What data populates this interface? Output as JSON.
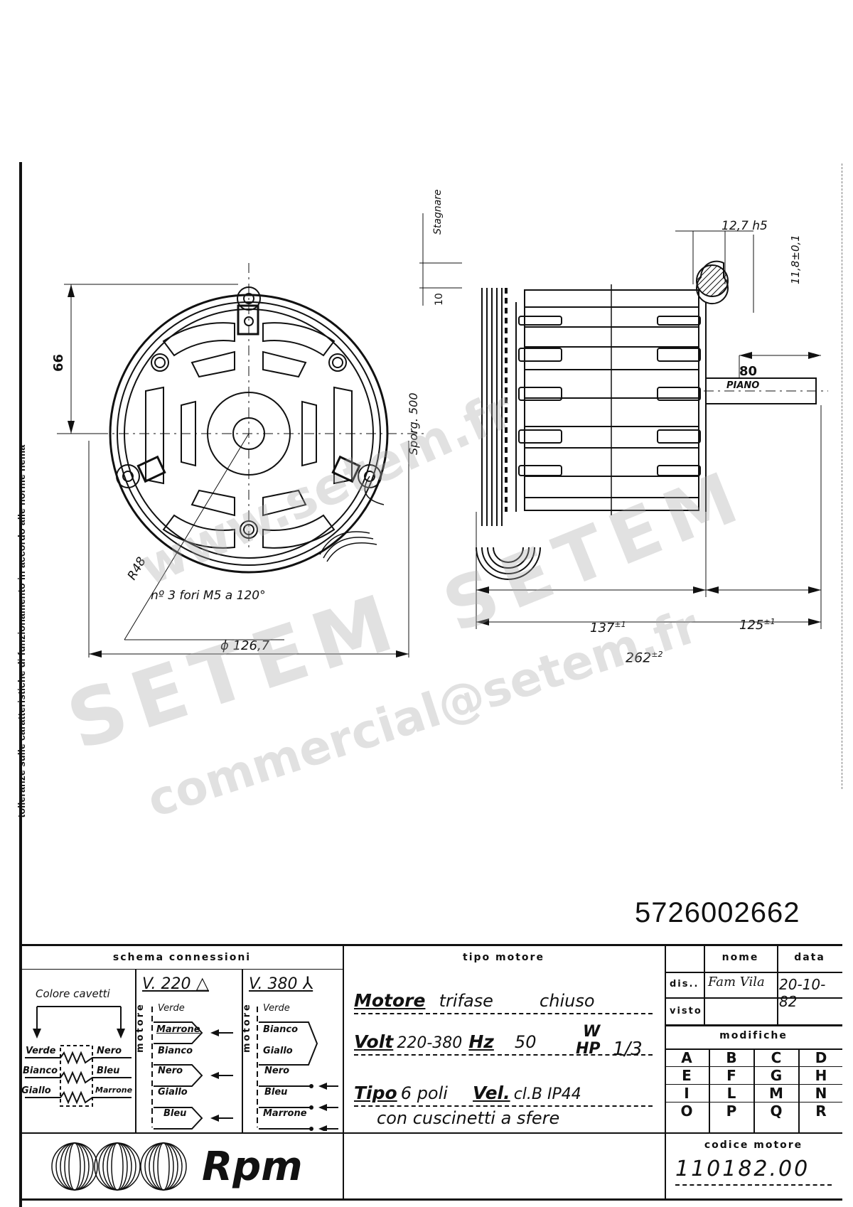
{
  "side_note": "tolleranze sulle caratteristiche di funzionamento in accordo alle norme nema",
  "drawing_number": "5726002662",
  "front_view": {
    "dim_height": "66",
    "dim_radius": "R48",
    "dim_diameter": "ϕ 126,7",
    "holes_note": "nº 3 fori M5 a 120°"
  },
  "side_view": {
    "stagnare": "Stagnare",
    "dim_10": "10",
    "sporg": "Sporg. 500",
    "shaft_dia": "12,7 h5",
    "shaft_flat": "11,8±0,1",
    "piano_dim": "80",
    "piano_label": "PIANO",
    "dim_body": "137",
    "dim_body_tol": "±1",
    "dim_shaft": "125",
    "dim_shaft_tol": "±1",
    "dim_total": "262",
    "dim_total_tol": "±2"
  },
  "watermarks": {
    "url1": "www.setem.fr",
    "brand": "SETEM",
    "brand2": "SETEM",
    "email": "commercial@setem.fr"
  },
  "connections": {
    "title": "schema connessioni",
    "cable_colors_label": "Colore cavetti",
    "left_wires": [
      "Verde",
      "Bianco",
      "Giallo"
    ],
    "right_wires": [
      "Nero",
      "Bleu",
      "Marrone"
    ],
    "v220": {
      "label": "V. 220",
      "symbol": "△",
      "motor_label": "motore",
      "wires": [
        "Verde",
        "Marrone",
        "Bianco",
        "Nero",
        "Giallo",
        "Bleu"
      ]
    },
    "v380": {
      "label": "V. 380",
      "symbol": "⅄",
      "motor_label": "motore",
      "wires": [
        "Verde",
        "Bianco",
        "Giallo",
        "Nero",
        "Bleu",
        "Marrone"
      ]
    }
  },
  "motor_type": {
    "title": "tipo motore",
    "motore_label": "Motore",
    "motore_value1": "trifase",
    "motore_value2": "chiuso",
    "volt_label": "Volt",
    "volt_value": "220-380",
    "hz_label": "Hz",
    "hz_value": "50",
    "w_label": "W",
    "hp_label": "HP",
    "hp_value": "1/3",
    "tipo_label": "Tipo",
    "tipo_value": "6 poli",
    "vel_label": "Vel.",
    "vel_value": "cl.B  IP44",
    "bearing_note": "con cuscinetti a sfere"
  },
  "approvals": {
    "col_name": "nome",
    "col_date": "data",
    "row_drawn": "dis..",
    "drawn_signature": "Fam Vila",
    "drawn_date": "20-10-82",
    "row_checked": "visto"
  },
  "modifications": {
    "title": "modifiche",
    "letters": [
      [
        "A",
        "B",
        "C",
        "D"
      ],
      [
        "E",
        "F",
        "G",
        "H"
      ],
      [
        "I",
        "L",
        "M",
        "N"
      ],
      [
        "O",
        "P",
        "Q",
        "R"
      ]
    ]
  },
  "motor_code": {
    "title": "codice motore",
    "value": "110182.00"
  },
  "logo": {
    "text": "Rpm"
  }
}
